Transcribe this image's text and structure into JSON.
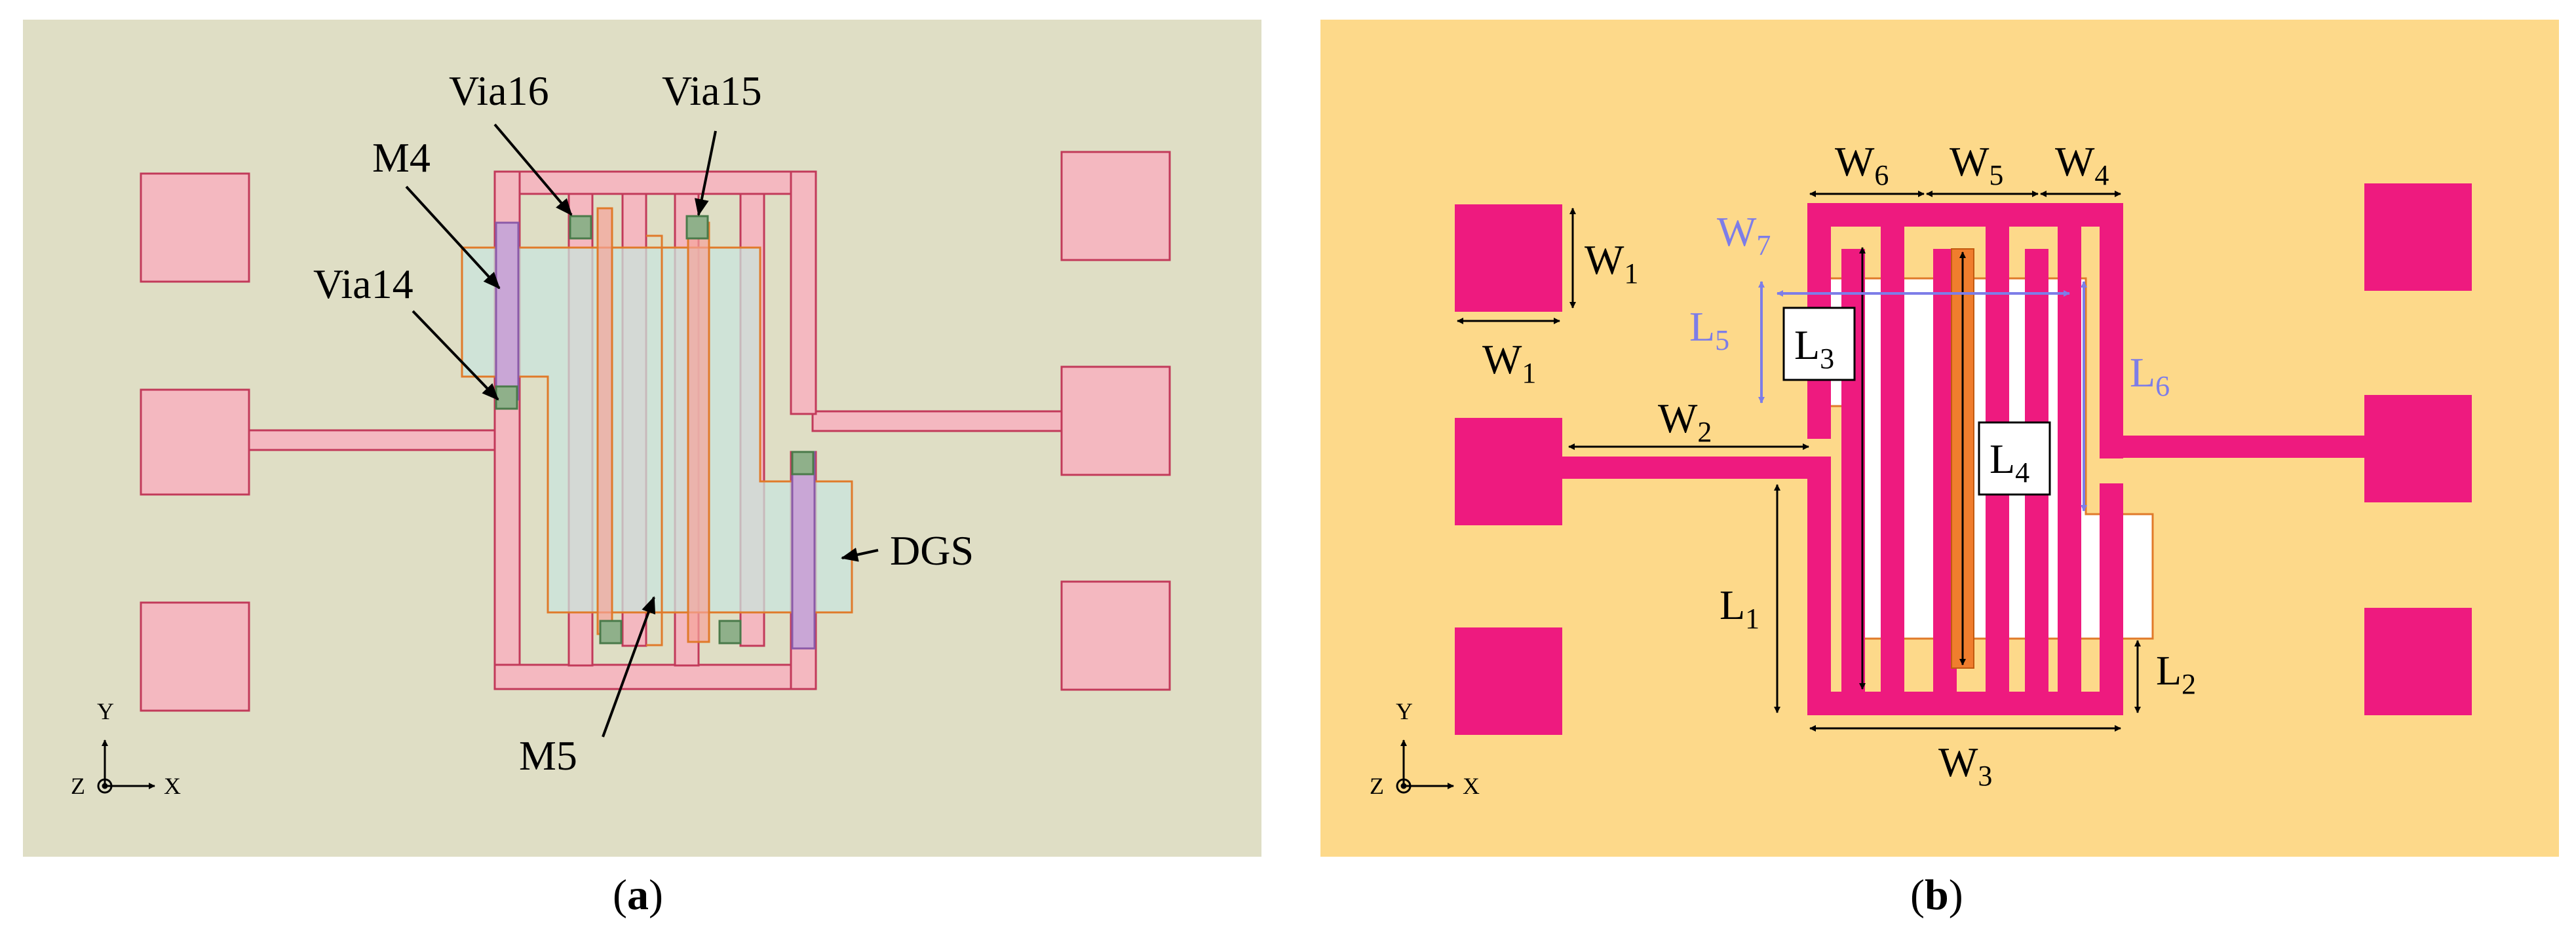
{
  "panel_a": {
    "caption_open": "(",
    "caption_letter": "a",
    "caption_close": ")",
    "labels": {
      "via16": "Via16",
      "via15": "Via15",
      "m4": "M4",
      "via14": "Via14",
      "dgs": "DGS",
      "m5": "M5"
    },
    "axis": {
      "y": "Y",
      "z": "Z",
      "x": "X"
    },
    "colors": {
      "background": "#dfdec5",
      "metal": "#f4b8c0",
      "metal_edge": "#c23a5a",
      "via": "#8fb08a",
      "dgs_fill": "#c9e4dc",
      "outline": "#e07a2a",
      "m4_strip": "#c9a6d6"
    }
  },
  "panel_b": {
    "caption_open": "(",
    "caption_letter": "b",
    "caption_close": ")",
    "labels": {
      "w1_top": {
        "base": "W",
        "sub": "1"
      },
      "w1_bottom": {
        "base": "W",
        "sub": "1"
      },
      "w2": {
        "base": "W",
        "sub": "2"
      },
      "w3": {
        "base": "W",
        "sub": "3"
      },
      "w4": {
        "base": "W",
        "sub": "4"
      },
      "w5": {
        "base": "W",
        "sub": "5"
      },
      "w6": {
        "base": "W",
        "sub": "6"
      },
      "w7": {
        "base": "W",
        "sub": "7"
      },
      "l1": {
        "base": "L",
        "sub": "1"
      },
      "l2": {
        "base": "L",
        "sub": "2"
      },
      "l3": {
        "base": "L",
        "sub": "3"
      },
      "l4": {
        "base": "L",
        "sub": "4"
      },
      "l5": {
        "base": "L",
        "sub": "5"
      },
      "l6": {
        "base": "L",
        "sub": "6"
      }
    },
    "axis": {
      "y": "Y",
      "z": "Z",
      "x": "X"
    },
    "colors": {
      "background": "#fdd98a",
      "metal": "#ee1a7f",
      "white": "#ffffff",
      "outline": "#e07a2a",
      "center_strip": "#f07d2d",
      "dim_black": "#000000",
      "dim_blue": "#7d7de8"
    }
  }
}
